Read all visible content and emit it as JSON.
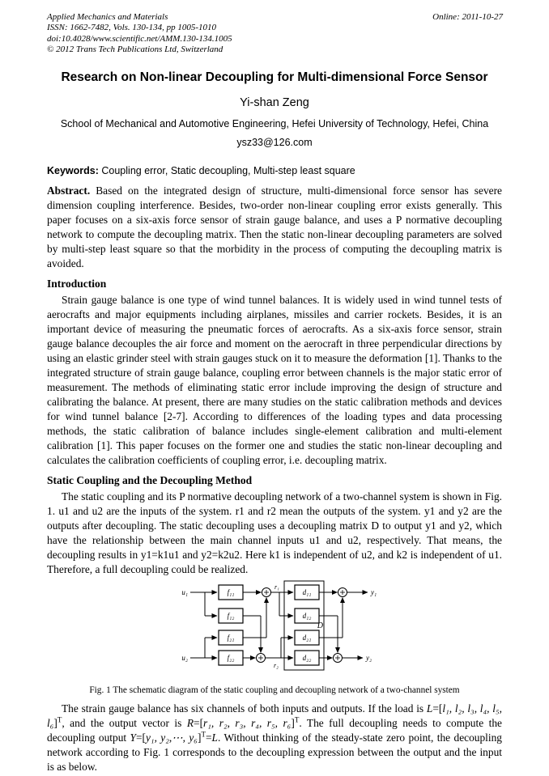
{
  "header": {
    "line1": "Applied Mechanics and Materials",
    "line2": "ISSN: 1662-7482, Vols. 130-134, pp 1005-1010",
    "line3": "doi:10.4028/www.scientific.net/AMM.130-134.1005",
    "line4": "© 2012 Trans Tech Publications Ltd, Switzerland",
    "online": "Online: 2011-10-27"
  },
  "title": "Research on Non-linear Decoupling for Multi-dimensional Force Sensor",
  "author": "Yi-shan Zeng",
  "affiliation": "School of Mechanical and Automotive Engineering, Hefei University of Technology, Hefei, China",
  "email": "ysz33@126.com",
  "keywords": {
    "label": "Keywords:",
    "text": " Coupling error, Static decoupling, Multi-step least square"
  },
  "abstract": {
    "label": "Abstract.",
    "text": " Based on the integrated design of structure, multi-dimensional force sensor has severe dimension coupling interference. Besides, two-order non-linear coupling error exists generally. This paper focuses on a six-axis force sensor of strain gauge balance, and uses a P normative decoupling network to compute the decoupling matrix. Then the static non-linear decoupling parameters are solved by multi-step least square so that the morbidity in the process of computing the decoupling matrix is avoided."
  },
  "sections": {
    "intro_heading": "Introduction",
    "intro_text": "Strain gauge balance is one type of wind tunnel balances. It is widely used in wind tunnel tests of aerocrafts and major equipments including airplanes, missiles and carrier rockets. Besides, it is an important device of measuring the pneumatic forces of aerocrafts. As a six-axis force sensor, strain gauge balance decouples the air force and moment on the aerocraft in three perpendicular directions by using an elastic grinder steel with strain gauges stuck on it to measure the deformation [1]. Thanks to the integrated structure of strain gauge balance, coupling error between channels is the major static error of measurement. The methods of eliminating static error include improving the design of structure and calibrating the balance. At present, there are many studies on the static calibration methods and devices for wind tunnel balance [2-7]. According to differences of the loading types and data processing methods, the static calibration of balance includes single-element calibration and multi-element calibration [1]. This paper focuses on the former one and studies the static non-linear decoupling and calculates the calibration coefficients of coupling error, i.e. decoupling matrix.",
    "static_heading": "Static Coupling and the Decoupling Method",
    "static_text": "The static coupling and its P normative decoupling network of a two-channel system is shown in Fig. 1. u1 and u2 are the inputs of the system. r1 and r2 mean the outputs of the system. y1 and y2 are the outputs after decoupling. The static decoupling uses a decoupling matrix D to output y1 and y2, which have the relationship between the main channel inputs u1 and u2, respectively. That means, the decoupling results in y1=k1u1 and y2=k2u2. Here k1 is independent of u2, and k2 is independent of u1. Therefore, a full decoupling could be realized."
  },
  "figure": {
    "caption": "Fig. 1 The schematic diagram of the static coupling and decoupling network of a two-channel system",
    "labels": {
      "u1": "u₁",
      "u2": "u₂",
      "f11": "f₁₁",
      "f12": "f₁₂",
      "f21": "f₂₁",
      "f22": "f₂₂",
      "r1": "r₁",
      "r2": "r₂",
      "d11": "d₁₁",
      "d12": "d₁₂",
      "d21": "d₂₁",
      "d22": "d₂₂",
      "D": "D",
      "y1": "y₁",
      "y2": "y₂"
    }
  },
  "closing": {
    "s1": "The strain gauge balance has six channels of both inputs and outputs. If the load is ",
    "m1": "L",
    "s2": "=[",
    "m2": "l₁, l₂, l₃, l₄, l₅, l₆",
    "s3": "]",
    "sup": "T",
    "s4": ", and the output vector is ",
    "m3": "R",
    "s5": "=[",
    "m4": "r₁, r₂, r₃, r₄, r₅, r₆",
    "s6": "]",
    "s7": ". The full decoupling needs to compute the decoupling output ",
    "m5": "Y",
    "s8": "=[",
    "m6": "y₁, y₂,⋯, y₆",
    "s9": "]",
    "s10": "=",
    "m7": "L",
    "s11": ". Without thinking of the steady-state zero point, the decoupling network according to Fig. 1 corresponds to the decoupling expression between the output and the input is as below."
  }
}
